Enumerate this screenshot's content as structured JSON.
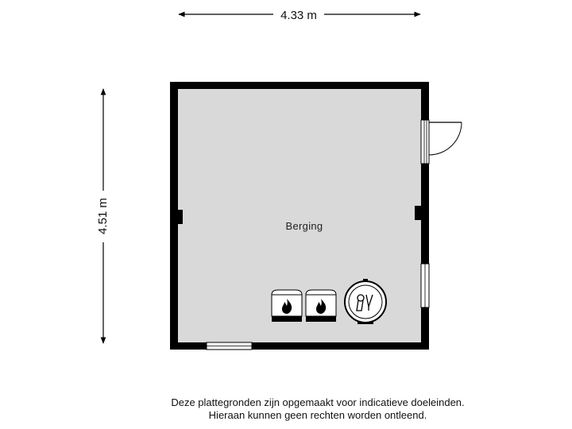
{
  "dimensions": {
    "width": "4.33 m",
    "height": "4.51 m"
  },
  "rooms": [
    {
      "label": "Berging"
    }
  ],
  "disclaimer": {
    "line1": "Deze plattegronden zijn opgemaakt voor indicatieve doeleinden.",
    "line2": "Hieraan kunnen geen rechten worden ontleend."
  },
  "colors": {
    "wall": "#000000",
    "floor": "#d9d9d9",
    "window": "#ffffff"
  },
  "icons": [
    "fire-icon",
    "fire-icon",
    "boiler-icon"
  ]
}
